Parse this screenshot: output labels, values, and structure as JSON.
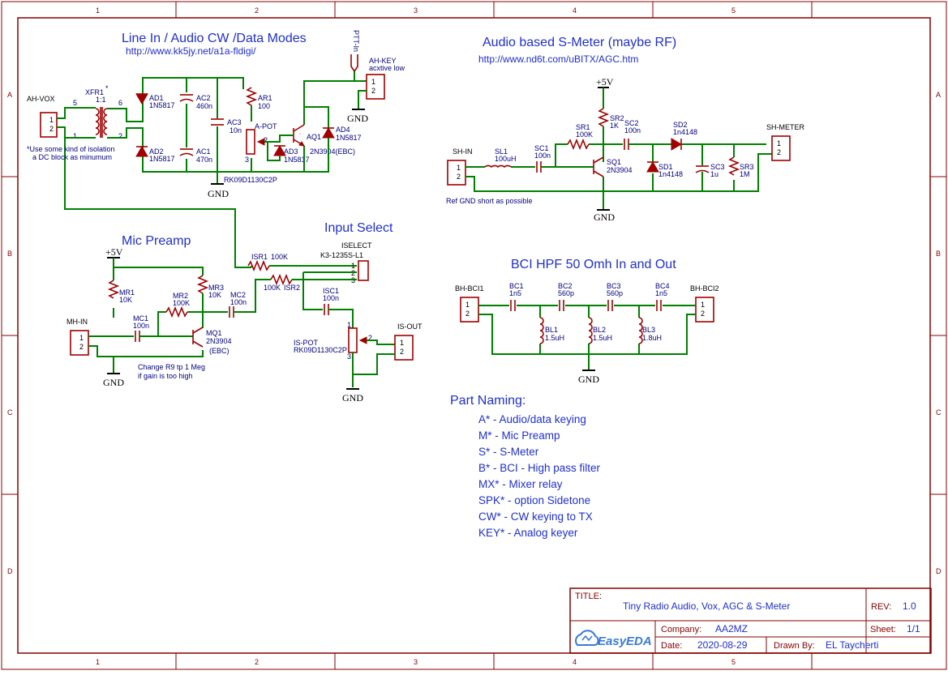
{
  "sections": {
    "line_in": {
      "title": "Line In / Audio CW /Data Modes",
      "url": "http://www.kk5jy.net/a1a-fldigi/"
    },
    "smeter": {
      "title": "Audio based S-Meter (maybe RF)",
      "url": "http://www.nd6t.com/uBITX/AGC.htm"
    },
    "mic": {
      "title": "Mic Preamp"
    },
    "input_select": {
      "title": "Input Select"
    },
    "bci": {
      "title": "BCI HPF 50 Omh In and Out"
    }
  },
  "labels": {
    "ah_vox": "AH-VOX",
    "xfr1": "XFR1",
    "xfr_star": "*",
    "xfr_ratio": "1:1",
    "pin5": "5",
    "pin6": "6",
    "pin1": "1",
    "pin2": "2",
    "ad1": "AD1",
    "ad1v": "1N5817",
    "ad2": "AD2",
    "ad2v": "1N5817",
    "ac2": "AC2",
    "ac2v": "460n",
    "ac1": "AC1",
    "ac1v": "470n",
    "ac3": "AC3",
    "ac3v": "10n",
    "ar1": "AR1",
    "ar1v": "100",
    "apot": "A-POT",
    "apot_part": "RK09D1130C2P",
    "ad3": "AD3",
    "ad3v": "1N5817",
    "aq1": "AQ1",
    "aq1v": "2N3904(EBC)",
    "ad4": "AD4",
    "ad4v": "1N5817",
    "ptt": "PTT-In",
    "ah_key": "AH-KEY",
    "ah_key_note": "acxtive low",
    "iso_note1": "*Use some kind of isolation",
    "iso_note2": "a DC block as minumum",
    "sh_in": "SH-IN",
    "sl1": "SL1",
    "sl1v": "100uH",
    "sc1": "SC1",
    "sc1v": "100n",
    "sr1": "SR1",
    "sr1v": "100K",
    "sr2": "SR2",
    "sr2v": "1K",
    "sc2": "SC2",
    "sc2v": "100n",
    "sd2": "SD2",
    "sd2v": "1n4148",
    "sq1": "SQ1",
    "sq1v": "2N3904",
    "sd1": "SD1",
    "sd1v": "1n4148",
    "sc3": "SC3",
    "sc3v": "1u",
    "sr3": "SR3",
    "sr3v": "1M",
    "sh_meter": "SH-METER",
    "ref_gnd": "Ref GND short as possible",
    "mr1": "MR1",
    "mr1v": "10K",
    "mr2": "MR2",
    "mr2v": "100K",
    "mr3": "MR3",
    "mr3v": "10K",
    "mc1": "MC1",
    "mc1v": "100n",
    "mc2": "MC2",
    "mc2v": "100n",
    "mh_in": "MH-IN",
    "mq1": "MQ1",
    "mq1v": "2N3904",
    "mq1e": "(EBC)",
    "change_note1": "Change R9 tp 1 Meg",
    "change_note2": "if gain is too high",
    "isr1": "ISR1",
    "isr1v": "100K",
    "isr2": "ISR2",
    "isr2v": "100K",
    "iselect": "ISELECT",
    "iselect_part": "K3-1235S-L1",
    "isc1": "ISC1",
    "isc1v": "100n",
    "is_pot": "IS-POT",
    "is_pot_part": "RK09D1130C2P",
    "is_out": "IS-OUT",
    "bh_bci1": "BH-BCI1",
    "bh_bci2": "BH-BCI2",
    "bc1": "BC1",
    "bc1v": "1n5",
    "bc2": "BC2",
    "bc2v": "560p",
    "bc3": "BC3",
    "bc3v": "560p",
    "bc4": "BC4",
    "bc4v": "1n5",
    "bl1": "BL1",
    "bl1v": "1.5uH",
    "bl2": "BL2",
    "bl2v": "1.5uH",
    "bl3": "BL3",
    "bl3v": "1.8uH",
    "gnd": "GND",
    "vcc": "+5V"
  },
  "naming": {
    "heading": "Part Naming:",
    "items": [
      "A* - Audio/data keying",
      "M* - Mic Preamp",
      "S* - S-Meter",
      "B* - BCI - High pass filter",
      "MX* - Mixer relay",
      "SPK* - option Sidetone",
      "CW* - CW keying to TX",
      "KEY* - Analog keyer"
    ]
  },
  "grid": {
    "cols": [
      "1",
      "2",
      "3",
      "4",
      "5"
    ],
    "rows": [
      "A",
      "B",
      "C",
      "D"
    ]
  },
  "title_block": {
    "title_label": "TITLE:",
    "title": "Tiny Radio Audio, Vox, AGC & S-Meter",
    "rev_label": "REV:",
    "rev": "1.0",
    "company_label": "Company:",
    "company": "AA2MZ",
    "sheet_label": "Sheet:",
    "sheet": "1/1",
    "date_label": "Date:",
    "date": "2020-08-29",
    "drawn_label": "Drawn By:",
    "drawn": "EL Taycherti",
    "logo": "EasyEDA"
  },
  "colors": {
    "wire": "#008000",
    "part": "#a00000",
    "text": "#1f2fd0",
    "frame": "#880000"
  }
}
